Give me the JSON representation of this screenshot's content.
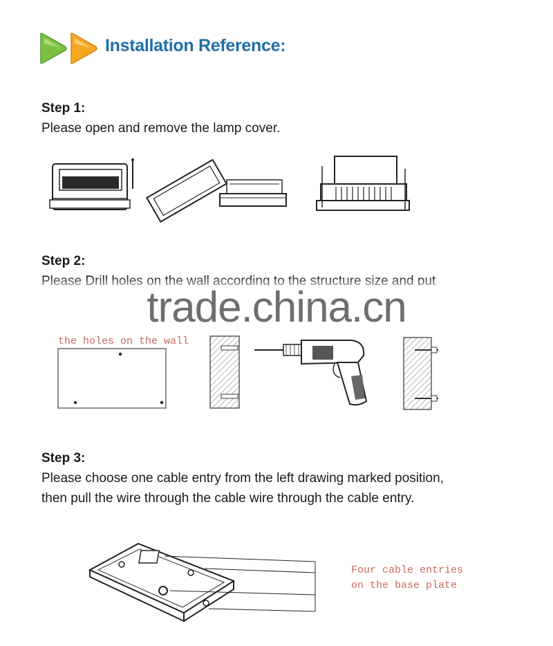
{
  "header": {
    "title": "Installation Reference:"
  },
  "steps": [
    {
      "heading": "Step 1:",
      "lines": [
        "Please open and remove the lamp cover."
      ]
    },
    {
      "heading": "Step 2:",
      "lines": [
        "Please Drill holes on the wall according to the structure size and put"
      ]
    },
    {
      "heading": "Step 3:",
      "lines": [
        "Please choose one cable entry from the left drawing marked position,",
        "then pull the wire through the cable wire through the cable entry."
      ]
    }
  ],
  "diagrams": {
    "holes_label": "the holes on the wall",
    "cable_label_line1": "Four cable entries",
    "cable_label_line2": "on the base plate"
  },
  "watermark": "trade.china.cn",
  "colors": {
    "title": "#1f6fa8",
    "arrow_green": "#7cc242",
    "arrow_orange": "#f5a623",
    "diagram_label": "#c86b5e"
  },
  "icons": [
    "play-arrow-green-icon",
    "play-arrow-orange-icon"
  ]
}
